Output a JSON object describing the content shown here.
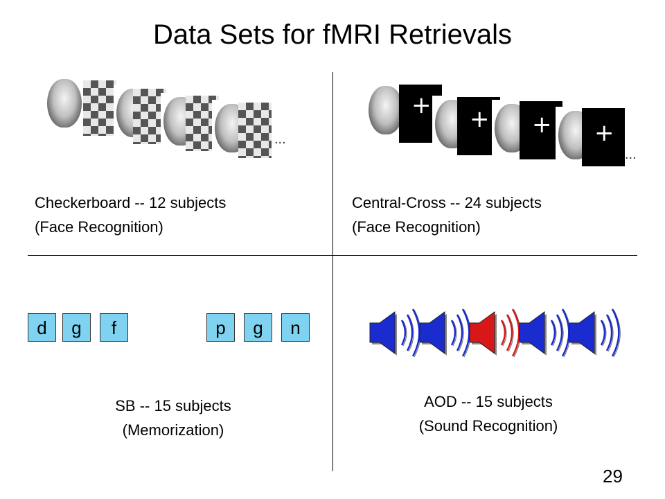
{
  "title": "Data Sets for fMRI Retrievals",
  "quadrants": {
    "top_left": {
      "line1": "Checkerboard -- 12 subjects",
      "line2": "(Face Recognition)"
    },
    "top_right": {
      "line1": "Central-Cross -- 24 subjects",
      "line2": "(Face Recognition)",
      "cross_symbol": "+"
    },
    "bottom_left": {
      "letters_left": [
        "d",
        "g",
        "f"
      ],
      "letters_right": [
        "p",
        "g",
        "n"
      ],
      "line1": "SB -- 15 subjects",
      "line2": "(Memorization)"
    },
    "bottom_right": {
      "line1": "AOD -- 15 subjects",
      "line2": "(Sound Recognition)",
      "speaker_colors": [
        "#1a2ccf",
        "#1a2ccf",
        "#d81818",
        "#1a2ccf",
        "#1a2ccf"
      ]
    }
  },
  "ellipsis": "...",
  "page_number": "29",
  "colors": {
    "letter_box": "#7fd3f0"
  }
}
